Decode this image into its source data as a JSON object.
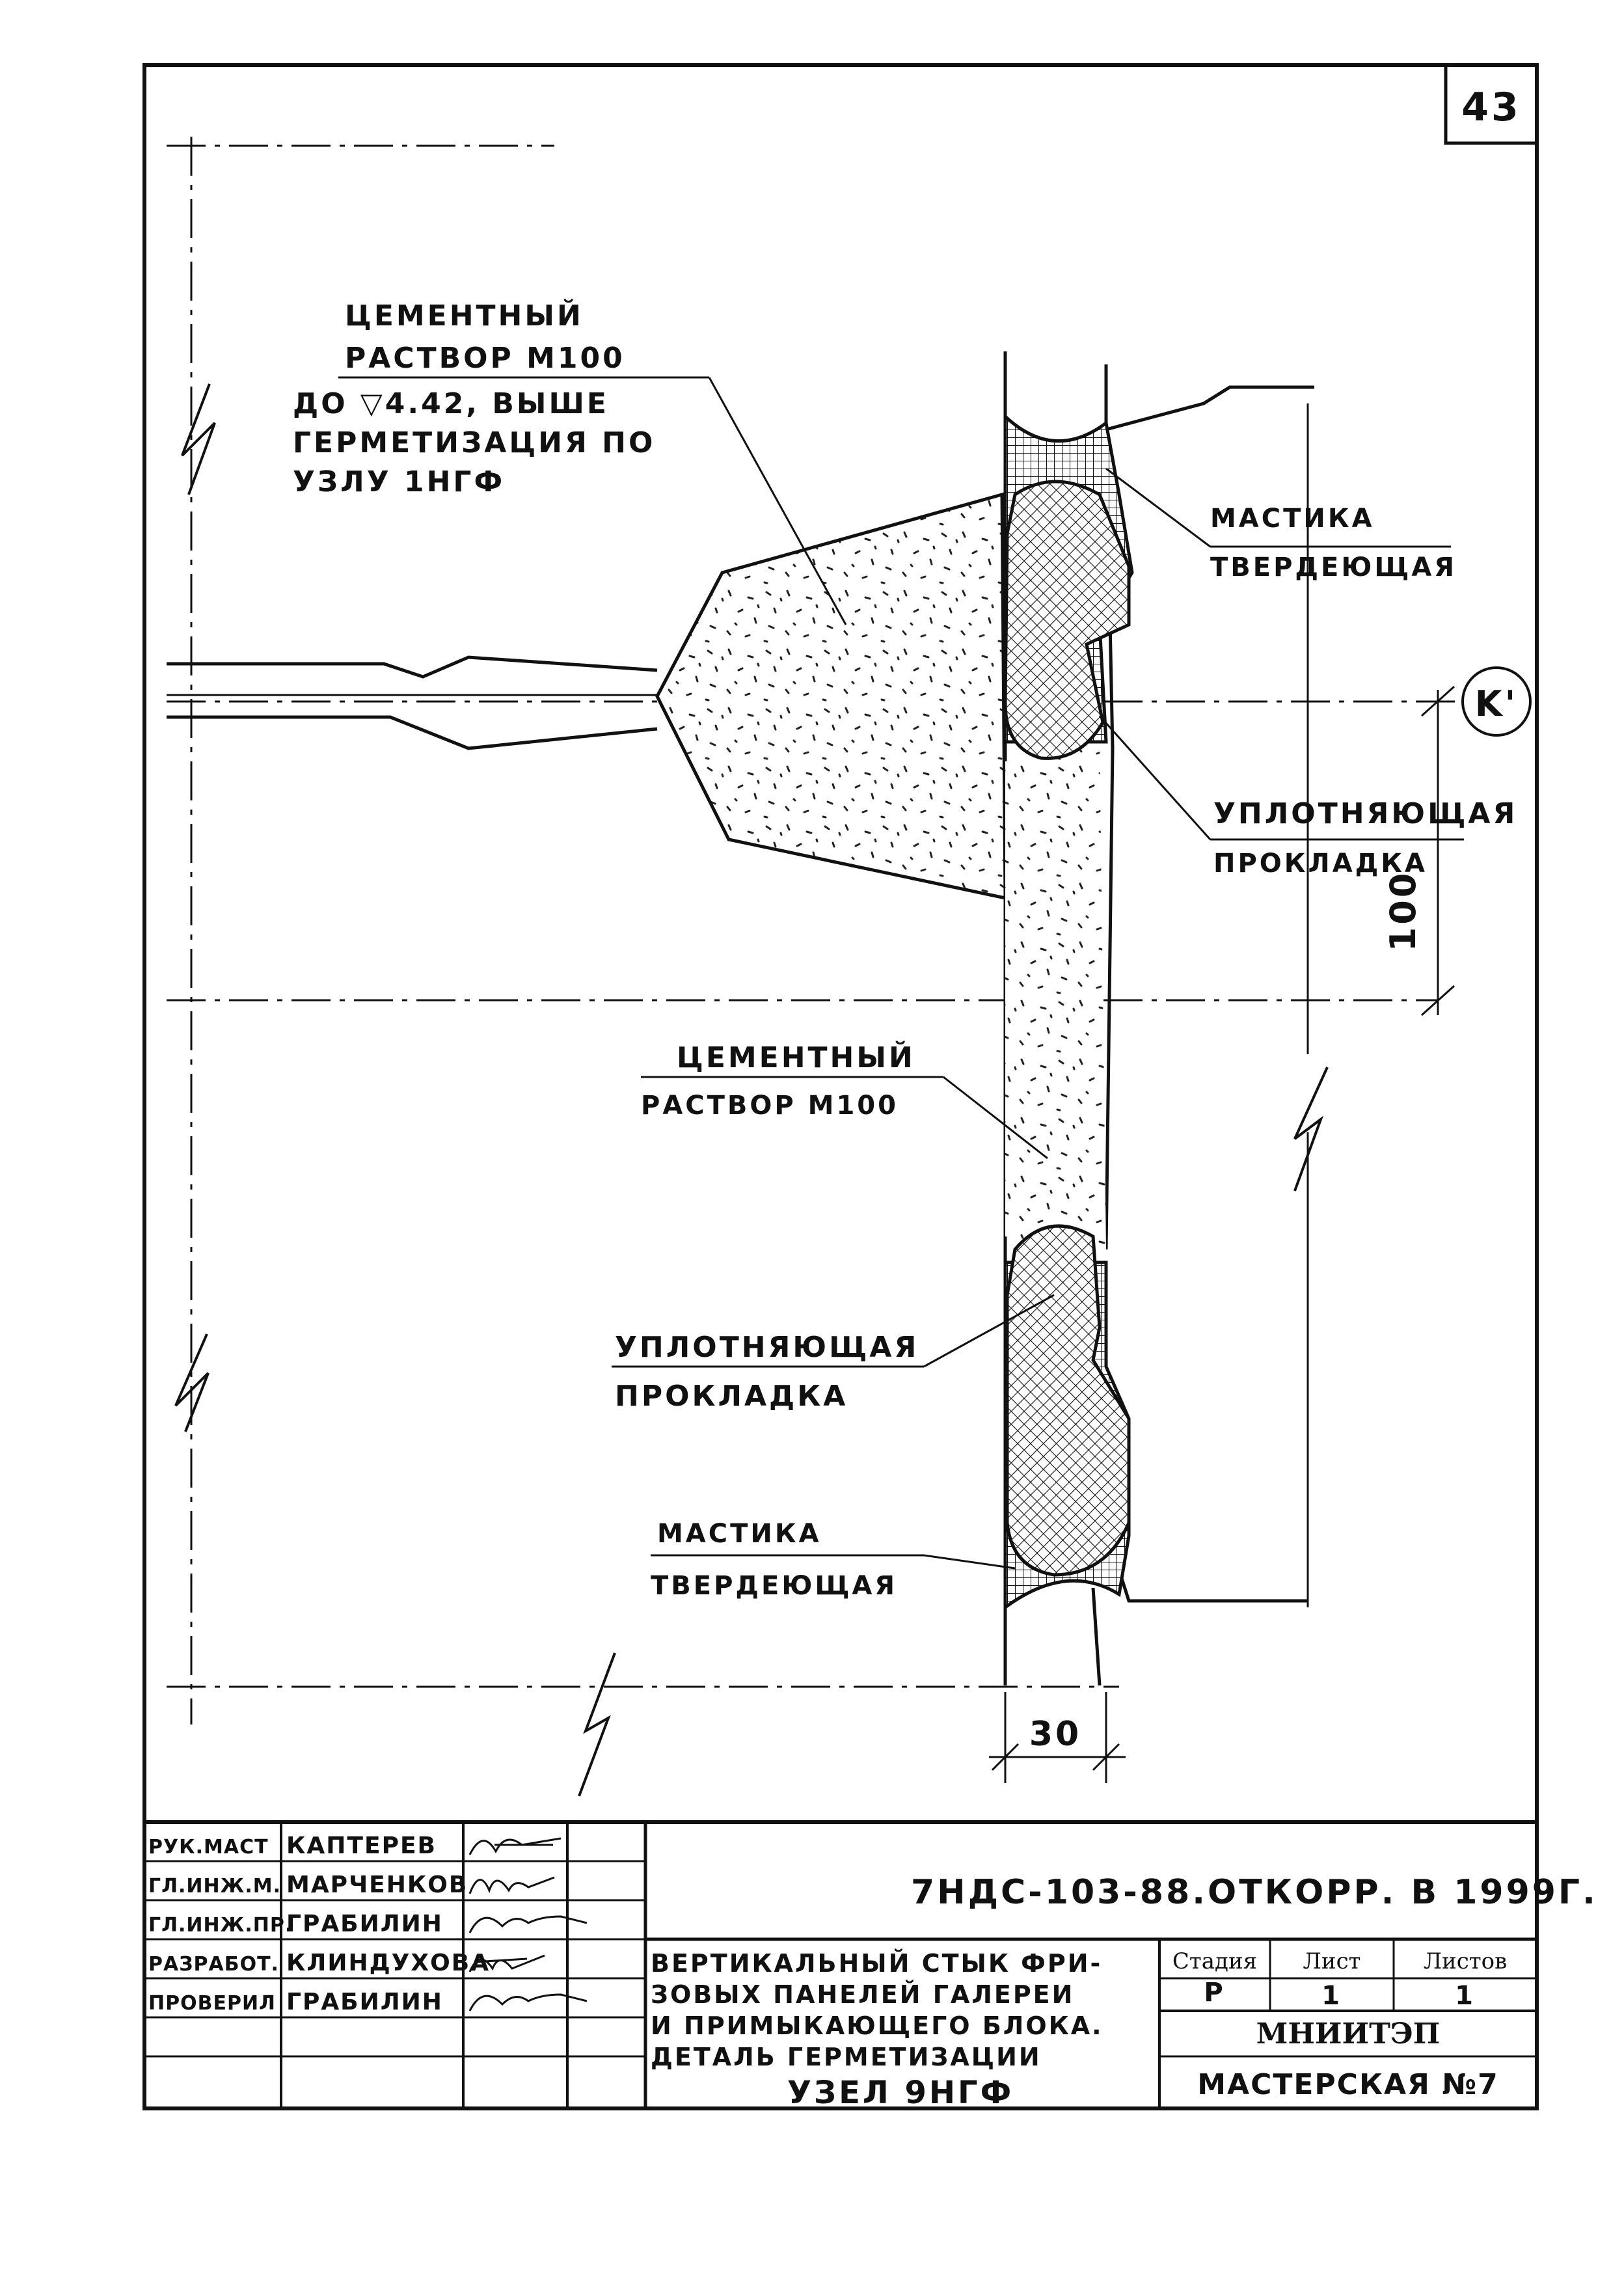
{
  "sheet": {
    "sheet_corner_number": "43",
    "axis_marker": "K'"
  },
  "annotations": {
    "mortar_top_line1": "ЦЕМЕНТНЫЙ",
    "mortar_top_line2": "РАСТВОР М100",
    "mortar_top_line3": "ДО ▽4.42, ВЫШЕ",
    "mortar_top_line4": "ГЕРМЕТИЗАЦИЯ ПО",
    "mortar_top_line5": "УЗЛУ 1НГФ",
    "mastic_top_line1": "МАСТИКА",
    "mastic_top_line2": "ТВЕРДЕЮЩАЯ",
    "gasket_top_line1": "УПЛОТНЯЮЩАЯ",
    "gasket_top_line2": "ПРОКЛАДКА",
    "mortar_mid_line1": "ЦЕМЕНТНЫЙ",
    "mortar_mid_line2": "РАСТВОР М100",
    "gasket_bottom_line1": "УПЛОТНЯЮЩАЯ",
    "gasket_bottom_line2": "ПРОКЛАДКА",
    "mastic_bottom_line1": "МАСТИКА",
    "mastic_bottom_line2": "ТВЕРДЕЮЩАЯ"
  },
  "dimensions": {
    "vertical": "100",
    "horizontal": "30"
  },
  "title_block": {
    "roles": [
      "РУК.МАСТ",
      "ГЛ.ИНЖ.М.",
      "ГЛ.ИНЖ.ПР.",
      "РАЗРАБОТ.",
      "ПРОВЕРИЛ"
    ],
    "names": [
      "КАПТЕРЕВ",
      "МАРЧЕНКОВ",
      "ГРАБИЛИН",
      "КЛИНДУХОВА",
      "ГРАБИЛИН"
    ],
    "document_code": "7НДС-103-88.ОТКОРР. В 1999Г.",
    "title_line1": "ВЕРТИКАЛЬНЫЙ СТЫК ФРИ-",
    "title_line2": "ЗОВЫХ ПАНЕЛЕЙ ГАЛЕРЕИ",
    "title_line3": "И ПРИМЫКАЮЩЕГО БЛОКА.",
    "title_line4": "ДЕТАЛЬ ГЕРМЕТИЗАЦИИ",
    "node_name": "УЗЕЛ 9НГФ",
    "stage_header": "Стадия",
    "sheet_header": "Лист",
    "sheets_header": "Листов",
    "stage_value": "Р",
    "sheet_value": "1",
    "sheets_value": "1",
    "organization": "МНИИТЭП",
    "workshop": "МАСТЕРСКАЯ №7"
  }
}
